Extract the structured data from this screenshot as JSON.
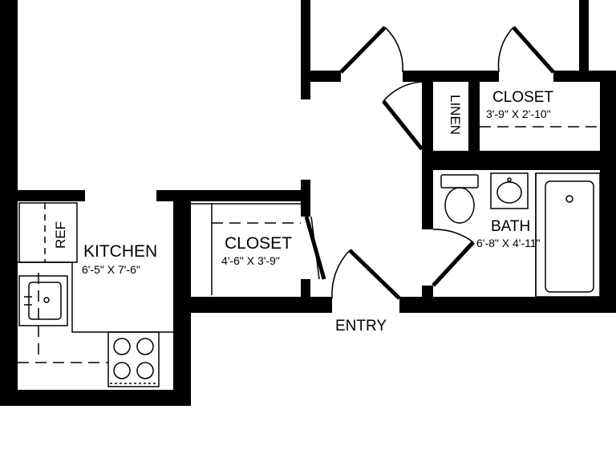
{
  "plan": {
    "rooms": {
      "kitchen": {
        "name": "KITCHEN",
        "dims": "6'-5\" X 7'-6\""
      },
      "closet_main": {
        "name": "CLOSET",
        "dims": "4'-6\" X 3'-9\""
      },
      "closet_top": {
        "name": "CLOSET",
        "dims": "3'-9\" X 2'-10\""
      },
      "bath": {
        "name": "BATH",
        "dims": "6'-8\" X 4'-11\""
      },
      "linen": {
        "name": "LINEN"
      },
      "entry": {
        "name": "ENTRY"
      }
    },
    "fixtures": {
      "refrigerator": "REF"
    },
    "colors": {
      "wall": "#000000",
      "background": "#ffffff"
    }
  }
}
